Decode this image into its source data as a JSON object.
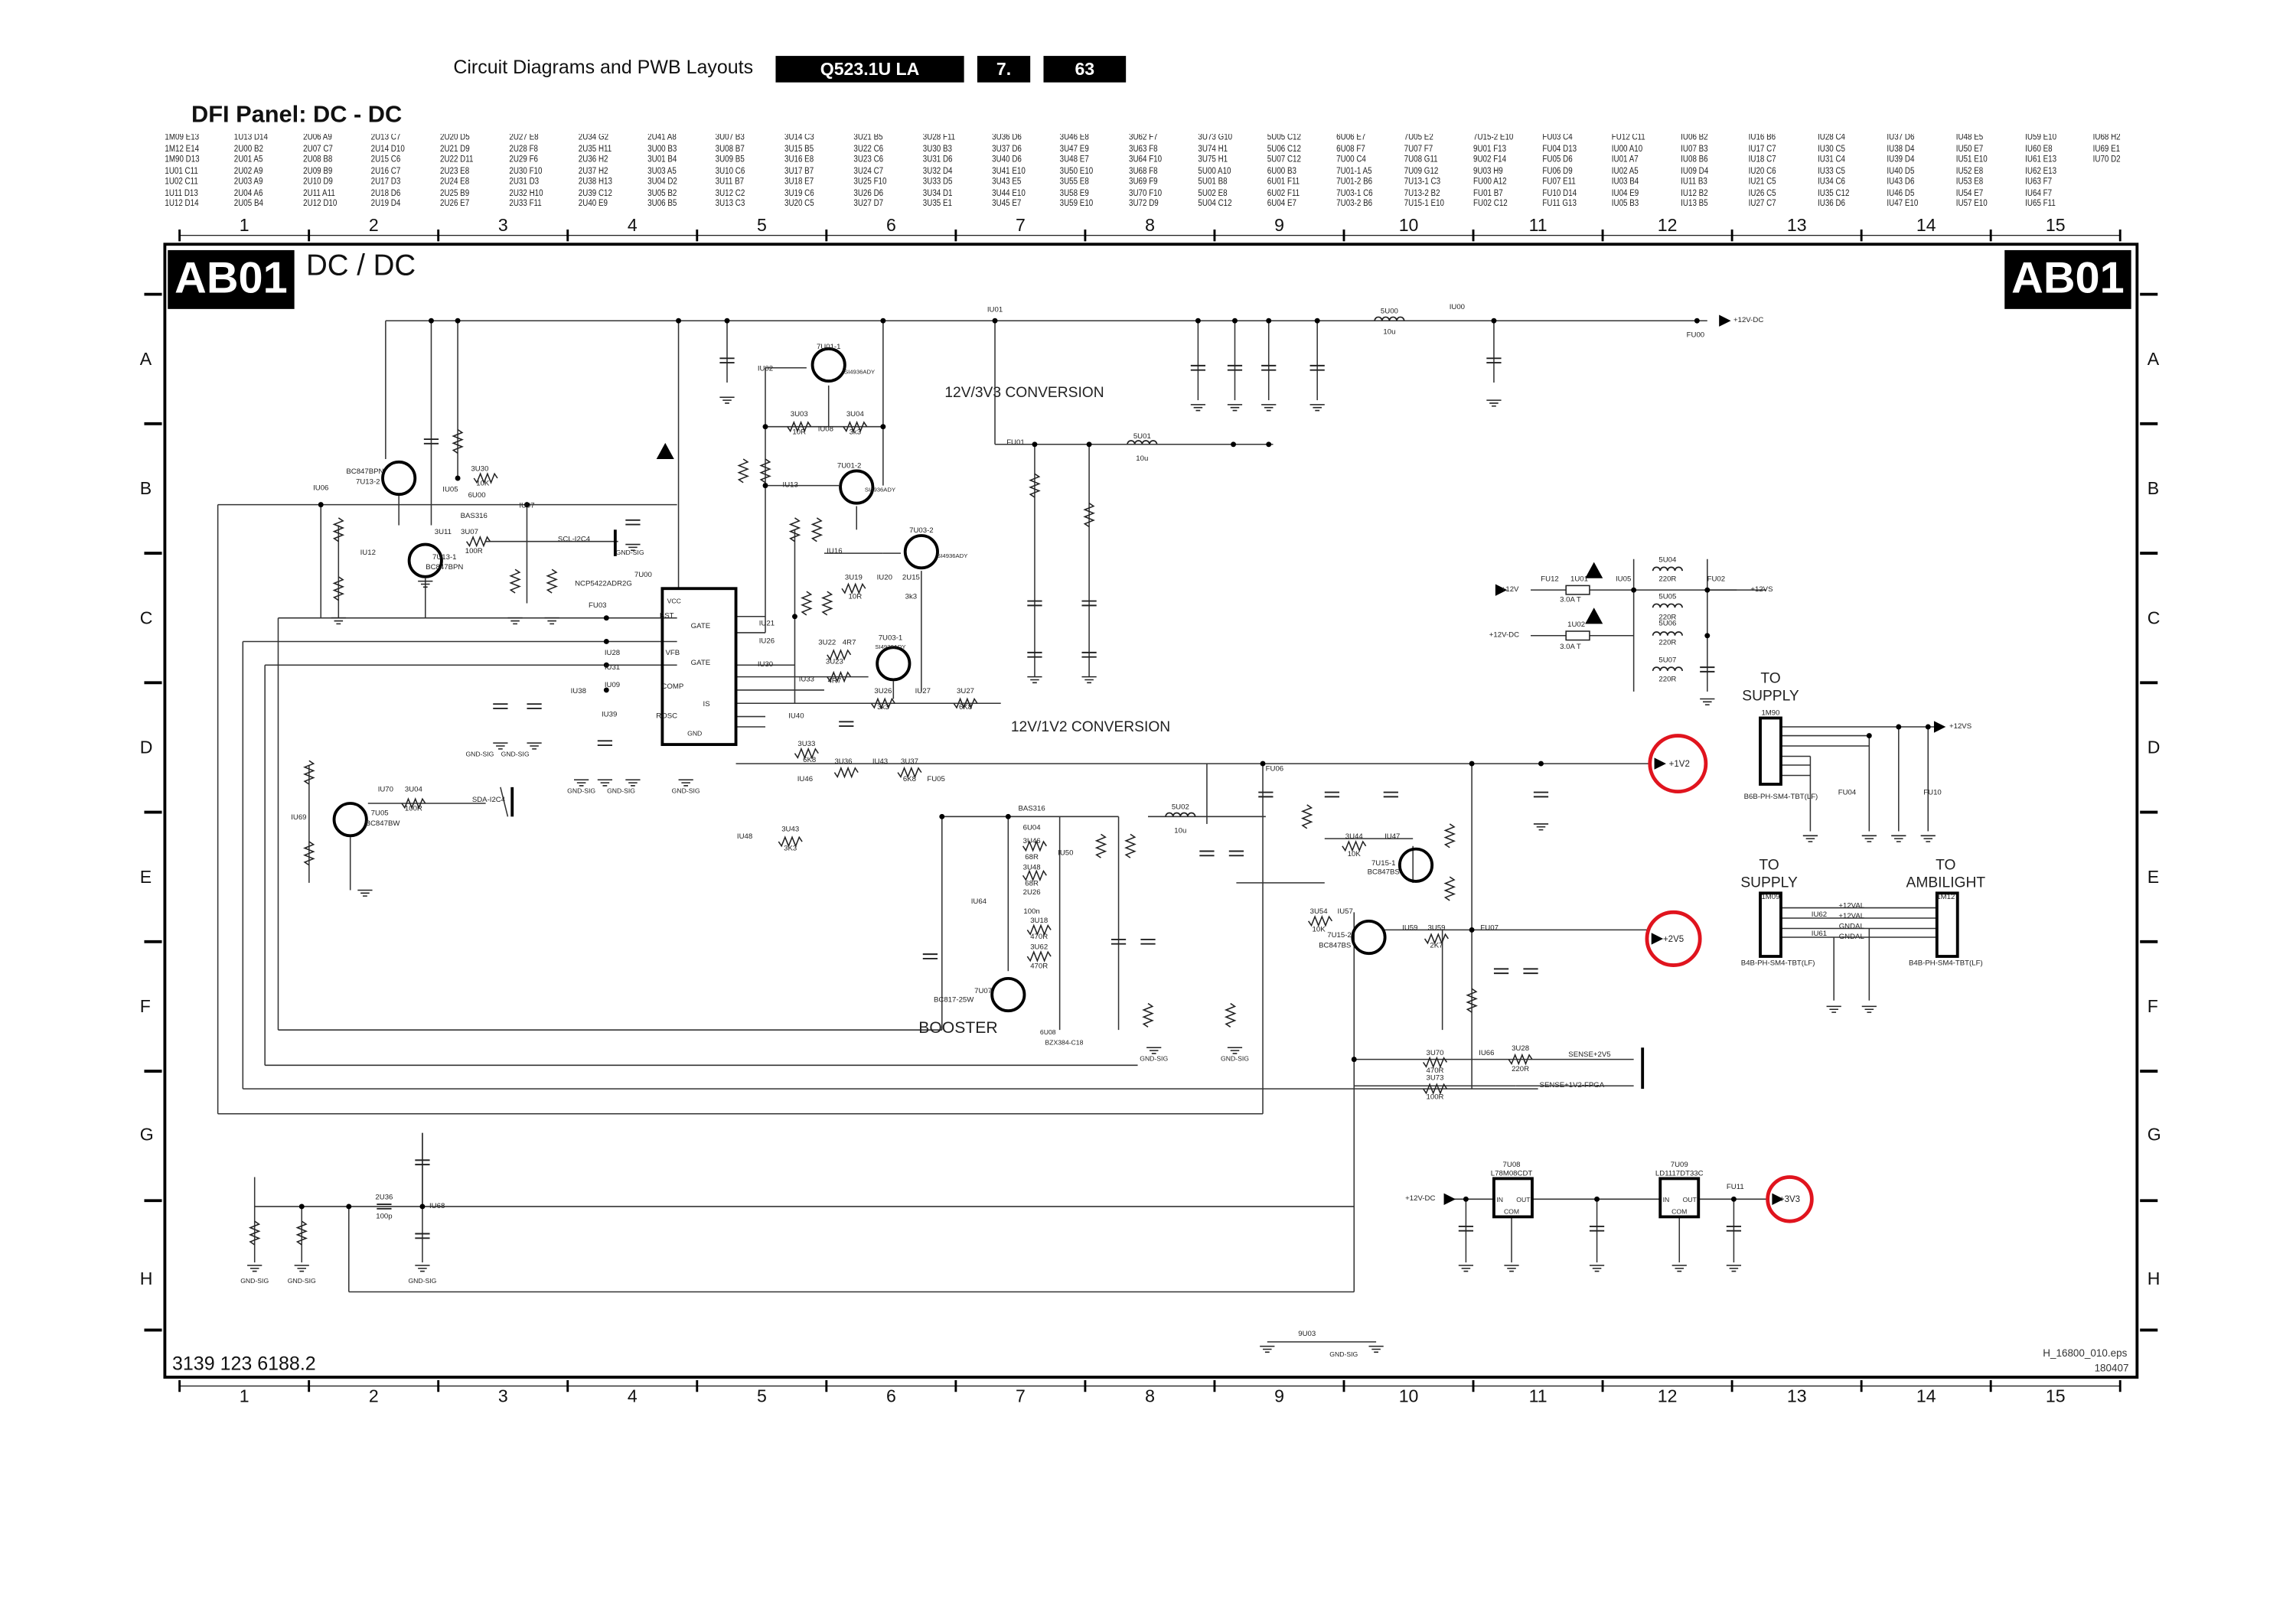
{
  "header": {
    "title": "Circuit Diagrams and PWB Layouts",
    "model": "Q523.1U LA",
    "chapter": "7.",
    "page": "63"
  },
  "panel_title": "DFI Panel: DC - DC",
  "reference_table": [
    [
      "1M09 E13",
      "1M12 E14",
      "1M90 D13",
      "1U01 C11",
      "1U02 C11",
      "1U11 D13",
      "1U12 D14"
    ],
    [
      "1U13 D14",
      "2U00 B2",
      "2U01 A5",
      "2U02 A9",
      "2U03 A9",
      "2U04 A6",
      "2U05 B4"
    ],
    [
      "2U06 A9",
      "2U07 C7",
      "2U08 B8",
      "2U09 B9",
      "2U10 D9",
      "2U11 A11",
      "2U12 D10"
    ],
    [
      "2U13 C7",
      "2U14 D10",
      "2U15 C6",
      "2U16 C7",
      "2U17 D3",
      "2U18 D6",
      "2U19 D4"
    ],
    [
      "2U20 D5",
      "2U21 D9",
      "2U22 D11",
      "2U23 E8",
      "2U24 E8",
      "2U25 B9",
      "2U26 E7"
    ],
    [
      "2U27 E8",
      "2U28 F8",
      "2U29 F6",
      "2U30 F10",
      "2U31 D3",
      "2U32 H10",
      "2U33 F11"
    ],
    [
      "2U34 G2",
      "2U35 H11",
      "2U36 H2",
      "2U37 H2",
      "2U38 H13",
      "2U39 C12",
      "2U40 E9"
    ],
    [
      "2U41 A8",
      "3U00 B3",
      "3U01 B4",
      "3U03 A5",
      "3U04 D2",
      "3U05 B2",
      "3U06 B5"
    ],
    [
      "3U07 B3",
      "3U08 B7",
      "3U09 B5",
      "3U10 C6",
      "3U11 B7",
      "3U12 C2",
      "3U13 C3"
    ],
    [
      "3U14 C3",
      "3U15 B5",
      "3U16 E8",
      "3U17 B7",
      "3U18 E7",
      "3U19 C6",
      "3U20 C5"
    ],
    [
      "3U21 B5",
      "3U22 C6",
      "3U23 C6",
      "3U24 C7",
      "3U25 F10",
      "3U26 D6",
      "3U27 D7"
    ],
    [
      "3U28 F11",
      "3U30 B3",
      "3U31 D6",
      "3U32 D4",
      "3U33 D5",
      "3U34 D1",
      "3U35 E1"
    ],
    [
      "3U36 D6",
      "3U37 D6",
      "3U40 D6",
      "3U41 E10",
      "3U43 E5",
      "3U44 E10",
      "3U45 E7"
    ],
    [
      "3U46 E8",
      "3U47 E9",
      "3U48 E7",
      "3U50 E10",
      "3U55 E8",
      "3U58 E9",
      "3U59 E10"
    ],
    [
      "3U62 F7",
      "3U63 F8",
      "3U64 F10",
      "3U68 F8",
      "3U69 F9",
      "3U70 F10",
      "3U72 D9"
    ],
    [
      "3U73 G10",
      "3U74 H1",
      "3U75 H1",
      "5U00 A10",
      "5U01 B8",
      "5U02 E8",
      "5U04 C12"
    ],
    [
      "5U05 C12",
      "5U06 C12",
      "5U07 C12",
      "6U00 B3",
      "6U01 F11",
      "6U02 F11",
      "6U04 E7"
    ],
    [
      "6U06 E7",
      "6U08 F7",
      "7U00 C4",
      "7U01-1 A5",
      "7U01-2 B6",
      "7U03-1 C6",
      "7U03-2 B6"
    ],
    [
      "7U05 E2",
      "7U07 F7",
      "7U08 G11",
      "7U09 G12",
      "7U13-1 C3",
      "7U13-2 B2",
      "7U15-1 E10"
    ],
    [
      "7U15-2 E10",
      "9U01 F13",
      "9U02 F14",
      "9U03 H9",
      "FU00 A12",
      "FU01 B7",
      "FU02 C12"
    ],
    [
      "FU03 C4",
      "FU04 D13",
      "FU05 D6",
      "FU06 D9",
      "FU07 E11",
      "FU10 D14",
      "FU11 G13"
    ],
    [
      "FU12 C11",
      "IU00 A10",
      "IU01 A7",
      "IU02 A5",
      "IU03 B4",
      "IU04 E9",
      "IU05 B3"
    ],
    [
      "IU06 B2",
      "IU07 B3",
      "IU08 B6",
      "IU09 D4",
      "IU11 B3",
      "IU12 B2",
      "IU13 B5"
    ],
    [
      "IU16 B6",
      "IU17 C7",
      "IU18 C7",
      "IU20 C6",
      "IU21 C5",
      "IU26 C5",
      "IU27 C7"
    ],
    [
      "IU28 C4",
      "IU30 C5",
      "IU31 C4",
      "IU33 C5",
      "IU34 C6",
      "IU35 C12",
      "IU36 D6"
    ],
    [
      "IU37 D6",
      "IU38 D4",
      "IU39 D4",
      "IU40 D5",
      "IU43 D6",
      "IU46 D5",
      "IU47 E10"
    ],
    [
      "IU48 E5",
      "IU50 E7",
      "IU51 E10",
      "IU52 E8",
      "IU53 E8",
      "IU54 E7",
      "IU57 E10"
    ],
    [
      "IU59 E10",
      "IU60 E8",
      "IU61 E13",
      "IU62 E13",
      "IU63 F7",
      "IU64 F7",
      "IU65 F11"
    ],
    [
      "IU68 H2",
      "IU69 E1",
      "IU70 D2"
    ]
  ],
  "grid": {
    "columns": [
      "1",
      "2",
      "3",
      "4",
      "5",
      "6",
      "7",
      "8",
      "9",
      "10",
      "11",
      "12",
      "13",
      "14",
      "15"
    ],
    "rows": [
      "A",
      "B",
      "C",
      "D",
      "E",
      "F",
      "G",
      "H"
    ]
  },
  "sheet": {
    "badge": "AB01",
    "subtitle": "DC / DC",
    "drawing_number": "3139 123 6188.2",
    "file_name": "H_16800_010.eps",
    "date_code": "180407"
  },
  "colors": {
    "highlight": "#e0141e",
    "ink": "#222222",
    "badge": "#000000"
  },
  "circuit": {
    "labels": [
      "7U01-1",
      "SI4936ADY",
      "7U01-2",
      "SI4936ADY",
      "7U03-2",
      "SI4936ADY",
      "7U03-1",
      "SI4936ADY",
      "BC847BPN",
      "7U13-2",
      "3U11",
      "3U07",
      "100R",
      "7U13-1",
      "BC847BPN",
      "SCL-I2C4",
      "IU06",
      "IU05",
      "3U30",
      "10K",
      "6U00",
      "BAS316",
      "IU07",
      "IU12",
      "GND-SIG",
      "7U00",
      "NCP5422ADR2G",
      "FU03",
      "IU28",
      "IU31",
      "IU09",
      "IU38",
      "IU39",
      "GND-SIG",
      "GND-SIG",
      "GND-SIG",
      "GND-SIG",
      "GND-SIG",
      "BST",
      "VFB",
      "COMP",
      "ROSC",
      "GATE",
      "GATE",
      "IS",
      "GND",
      "VCC",
      "IU02",
      "3U03",
      "10R",
      "IU08",
      "3U04",
      "3k3",
      "IU13",
      "IU16",
      "3U19",
      "10R",
      "IU20",
      "2U15",
      "3k3",
      "IU21",
      "IU26",
      "IU30",
      "IU33",
      "3U22",
      "4R7",
      "3U23",
      "4R7",
      "3U26",
      "3k3",
      "IU27",
      "3U27",
      "6K8",
      "IU40",
      "3U33",
      "6K8",
      "IU46",
      "3U36",
      "IU43",
      "3U37",
      "6K8",
      "FU05",
      "IU48",
      "3U43",
      "3K3",
      "5U01",
      "10u",
      "FU01",
      "IU01",
      "5U00",
      "10u",
      "IU00",
      "FU00",
      "+12V-DC",
      "12V/3V3 CONVERSION",
      "12V/1V2 CONVERSION",
      "FU06",
      "BAS316",
      "6U04",
      "3U46",
      "68R",
      "3U48",
      "68R",
      "2U26",
      "100n",
      "IU50",
      "IU64",
      "3U18",
      "470R",
      "3U62",
      "470R",
      "7U07",
      "BC817-25W",
      "BOOSTER",
      "6U08",
      "BZX384-C18",
      "5U02",
      "10u",
      "3U44",
      "10K",
      "IU47",
      "7U15-1",
      "BC847BS",
      "3U54",
      "10K",
      "IU57",
      "7U15-2",
      "BC847BS",
      "IU59",
      "3U59",
      "2K7",
      "FU07",
      "+1V2",
      "+2V5",
      "+3V3",
      "3U70",
      "470R",
      "IU66",
      "3U28",
      "220R",
      "SENSE+2V5",
      "3U73",
      "100R",
      "SENSE+1V2-FPGA",
      "+12V",
      "FU12",
      "1U01",
      "3.0A T",
      "IU05",
      "5U04",
      "220R",
      "FU02",
      "+12VS",
      "5U05",
      "220R",
      "+12V-DC",
      "1U02",
      "3.0A T",
      "5U06",
      "220R",
      "5U07",
      "220R",
      "TO",
      "SUPPLY",
      "1M90",
      "B6B-PH-SM4-TBT(LF)",
      "+12VS",
      "FU04",
      "FU10",
      "TO",
      "SUPPLY",
      "1M09",
      "TO",
      "AMBILIGHT",
      "1M12",
      "+12VAL",
      "+12VAL",
      "GNDAL",
      "GNDAL",
      "IU62",
      "IU61",
      "B4B-PH-SM4-TBT(LF)",
      "B4B-PH-SM4-TBT(LF)",
      "+12V-DC",
      "7U08",
      "L78M08CDT",
      "IN",
      "OUT",
      "COM",
      "7U09",
      "LD1117DT33C",
      "IN",
      "OUT",
      "COM",
      "FU11",
      "IU70",
      "3U04",
      "100R",
      "SDA-I2C4",
      "IU69",
      "7U05",
      "BC847BW",
      "GND-SIG",
      "GND-SIG",
      "GND-SIG",
      "IU68",
      "2U36",
      "100p",
      "9U03",
      "GND-SIG",
      "GND-SIG",
      "GND-SIG",
      "BOOSTER"
    ]
  }
}
